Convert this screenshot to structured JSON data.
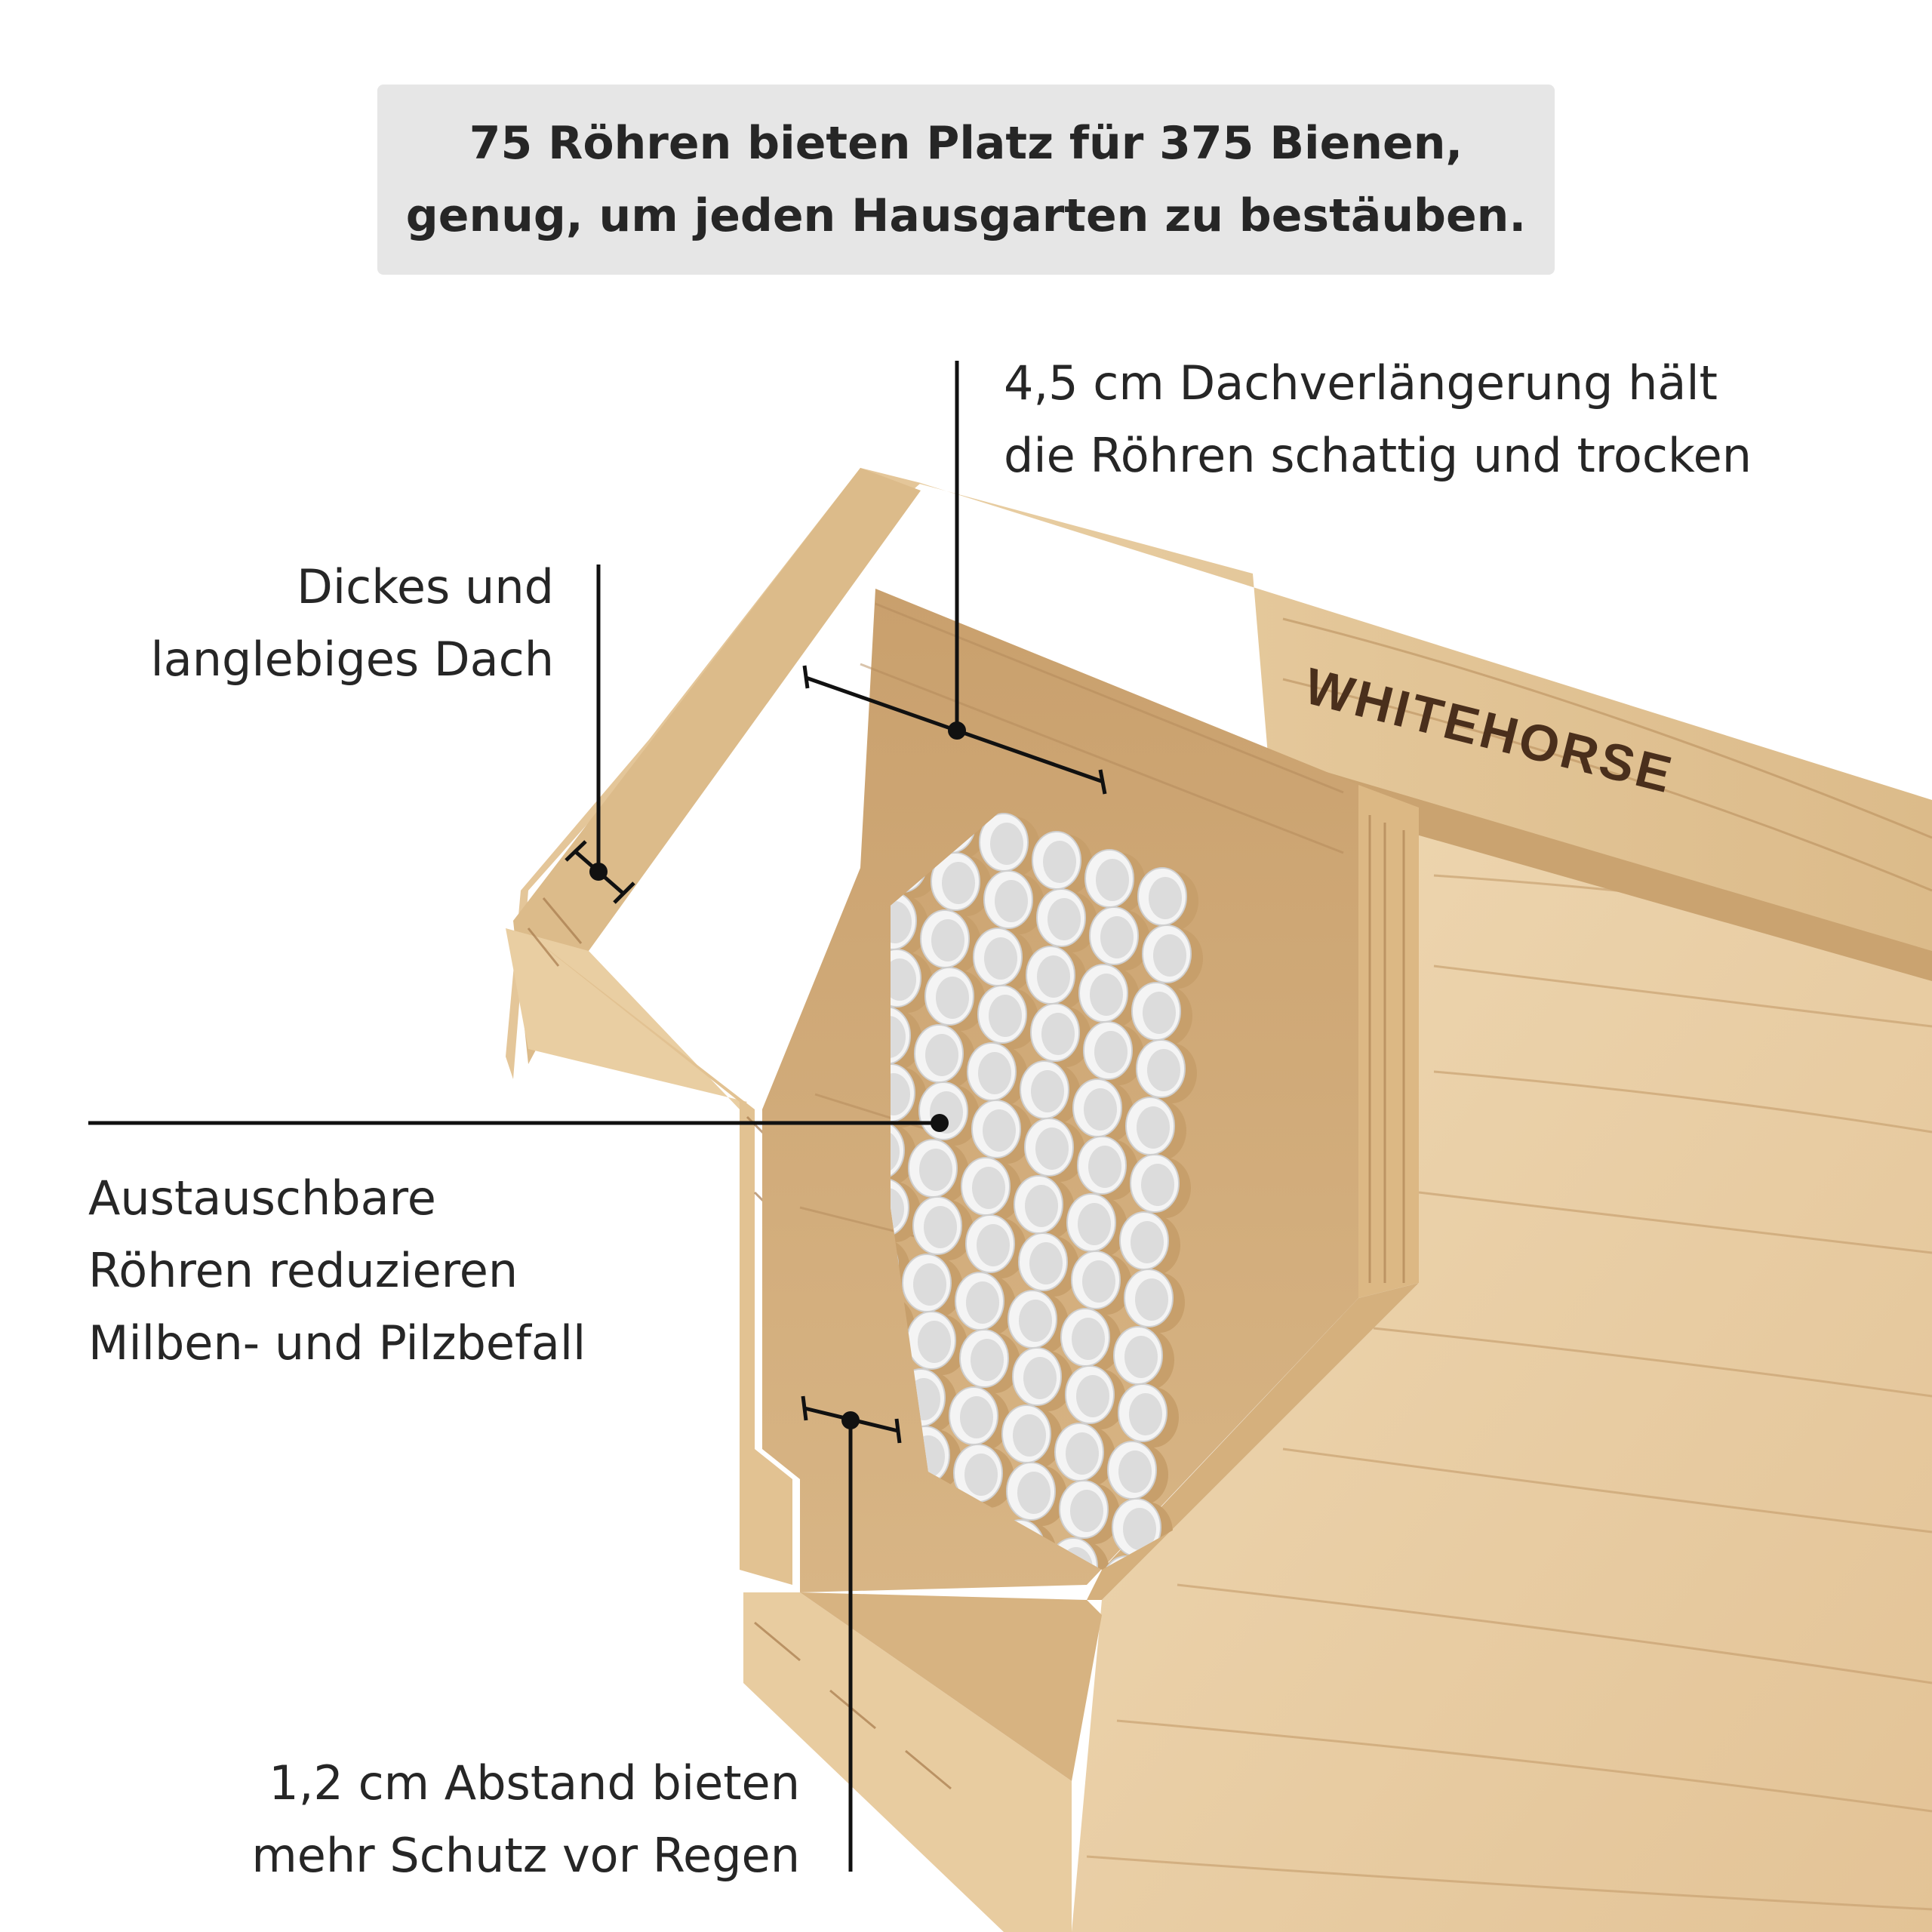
{
  "banner": {
    "line1": "75 Röhren bieten Platz für 375 Bienen,",
    "line2": "genug, um jeden Hausgarten zu bestäuben."
  },
  "annotations": {
    "roof_extension": {
      "line1": "4,5 cm Dachverlängerung hält",
      "line2": "die Röhren schattig und trocken"
    },
    "roof": {
      "line1": "Dickes und",
      "line2": "langlebiges Dach"
    },
    "tubes": {
      "line1": "Austauschbare",
      "line2": "Röhren reduzieren",
      "line3": "Milben- und Pilzbefall"
    },
    "spacing": {
      "line1": "1,2 cm Abstand bieten",
      "line2": "mehr Schutz vor Regen"
    }
  },
  "product": {
    "brand_mark": "WHITEHORSE"
  },
  "colors": {
    "wood_light": "#ecd3ac",
    "wood_mid": "#ddbb8b",
    "wood_shadow": "#c79f6b",
    "grain": "#b08458",
    "tube_white": "#f4f4f4",
    "tube_inner": "#dcdcdc",
    "line": "#111111"
  }
}
